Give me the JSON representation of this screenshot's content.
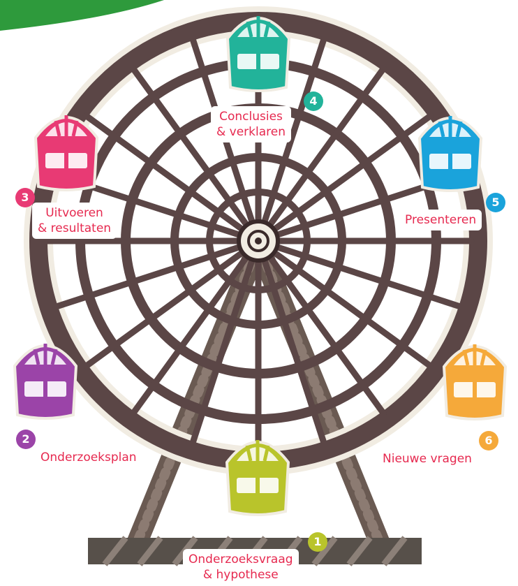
{
  "colors": {
    "frame": "#5b4646",
    "frame_fill": "#f1ece2",
    "label_text": "#e6294f",
    "top_swoosh": "#2e9a3c",
    "ground": "#57504a"
  },
  "steps": [
    {
      "number": "1",
      "line1": "Onderzoeksvraag",
      "line2": "& hypothese",
      "color": "#b9c42b"
    },
    {
      "number": "2",
      "line1": "Onderzoeksplan",
      "line2": "",
      "color": "#9b44a8"
    },
    {
      "number": "3",
      "line1": "Uitvoeren",
      "line2": "& resultaten",
      "color": "#e83a74"
    },
    {
      "number": "4",
      "line1": "Conclusies",
      "line2": "& verklaren",
      "color": "#22b39a"
    },
    {
      "number": "5",
      "line1": "Presenteren",
      "line2": "",
      "color": "#1aa3db"
    },
    {
      "number": "6",
      "line1": "Nieuwe vragen",
      "line2": "",
      "color": "#f5a93a"
    }
  ]
}
